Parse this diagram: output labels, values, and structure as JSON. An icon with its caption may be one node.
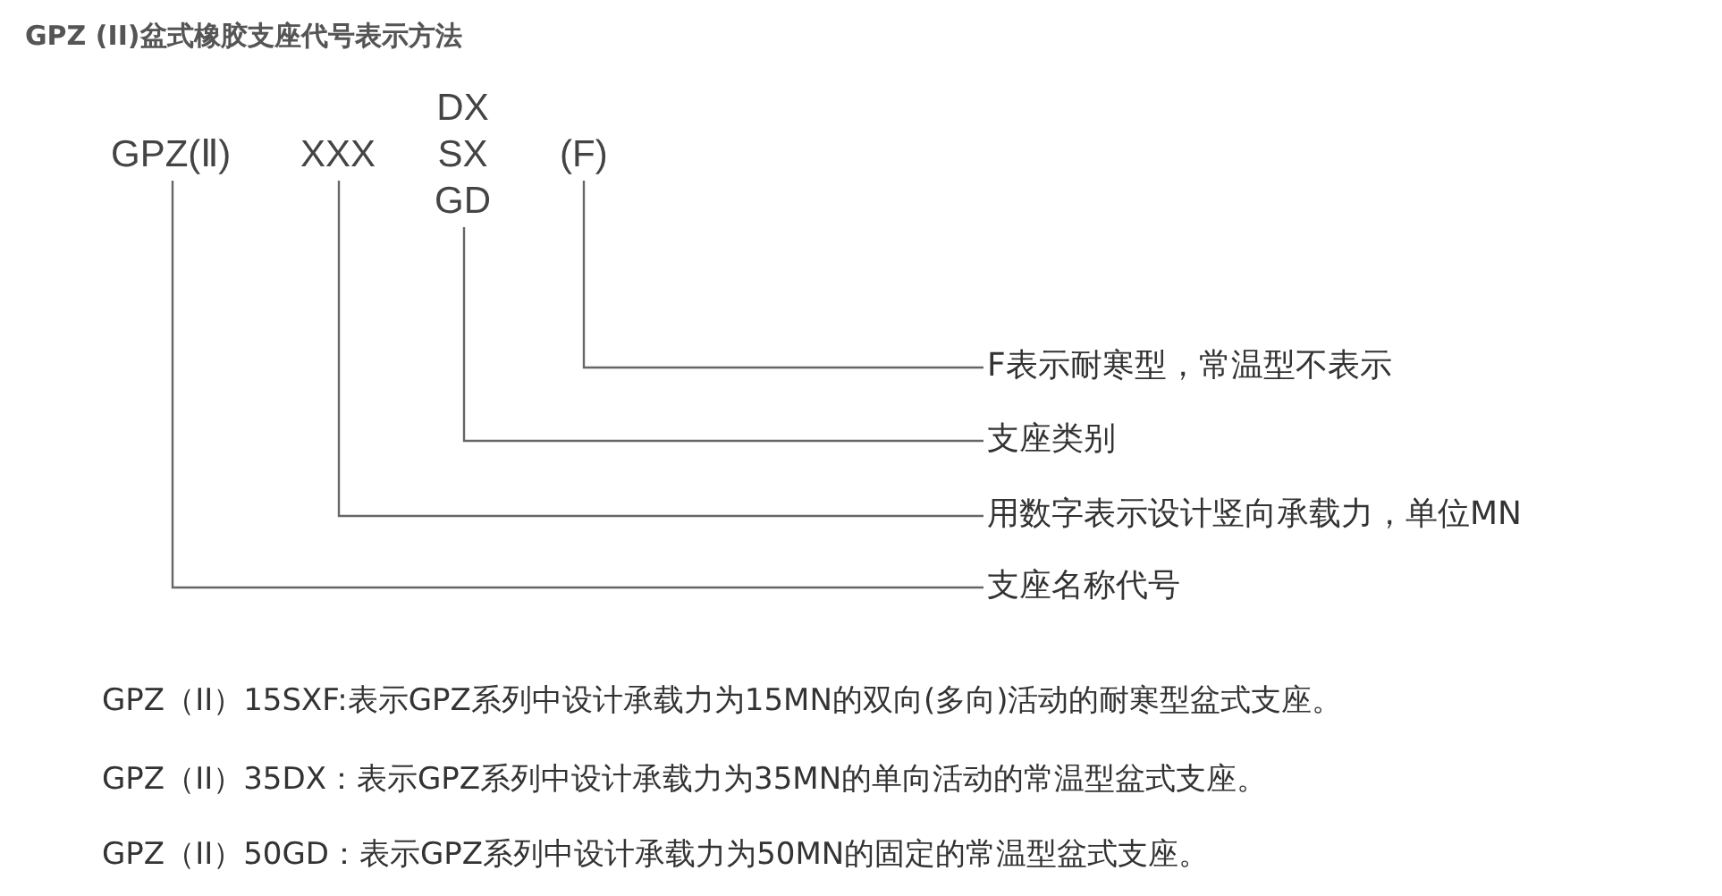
{
  "diagram": {
    "title": "GPZ (II)盆式橡胶支座代号表示方法",
    "nodes": [
      {
        "text": [
          "GPZ(Ⅱ)"
        ]
      },
      {
        "text": [
          "XXX"
        ]
      },
      {
        "text": [
          "DX",
          "SX",
          "GD"
        ]
      },
      {
        "text": [
          "(F)"
        ]
      },
      {
        "text": [
          "F表示耐寒型，常温型不表示"
        ]
      },
      {
        "text": [
          "支座类别"
        ]
      },
      {
        "text": [
          "用数字表示设计竖向承载力，单位MN"
        ]
      },
      {
        "text": [
          "支座名称代号"
        ]
      }
    ],
    "edges": [
      {
        "from": 3,
        "to": 4,
        "arrow": "none"
      },
      {
        "from": 2,
        "to": 5,
        "arrow": "none"
      },
      {
        "from": 1,
        "to": 6,
        "arrow": "none"
      },
      {
        "from": 0,
        "to": 7,
        "arrow": "none"
      }
    ],
    "labels": [
      "GPZ（II）15SXF:表示GPZ系列中设计承载力为15MN的双向(多向)活动的耐寒型盆式支座。",
      "GPZ（II）35DX：表示GPZ系列中设计承载力为35MN的单向活动的常温型盆式支座。",
      "GPZ（II）50GD：表示GPZ系列中设计承载力为50MN的固定的常温型盆式支座。"
    ]
  }
}
